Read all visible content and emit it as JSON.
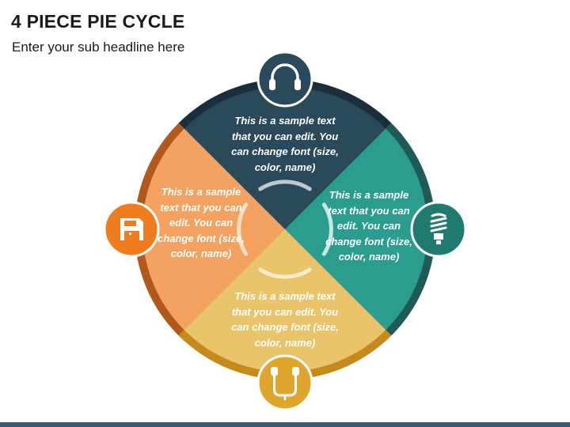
{
  "header": {
    "title": "4 PIECE PIE CYCLE",
    "subtitle": "Enter your sub headline here"
  },
  "colors": {
    "top": "#2a4a5c",
    "right": "#2a9d8f",
    "bottom": "#e9c46a",
    "left": "#f4a261",
    "top_ring": "#1a2f3b",
    "right_ring": "#1e5b57",
    "bottom_ring": "#c48a1a",
    "left_ring": "#b2581c",
    "top_icon": "#2a4a5c",
    "right_icon": "#217a70",
    "bottom_icon": "#e0a52c",
    "left_icon": "#ef7d1f",
    "bottom_bar": "#3d5a73"
  },
  "segments": {
    "top": {
      "text": "This is a sample text that you can edit. You can change font (size, color, name)",
      "icon": "headphones-icon"
    },
    "right": {
      "text": "This is a sample text that you can edit. You can change font (size, color, name)",
      "icon": "lightbulb-icon"
    },
    "bottom": {
      "text": "This is a sample text that you can edit. You can change font (size, color, name)",
      "icon": "earphones-icon"
    },
    "left": {
      "text": "This is a sample text that you can edit. You can change font (size, color, name)",
      "icon": "floppy-disk-icon"
    }
  }
}
